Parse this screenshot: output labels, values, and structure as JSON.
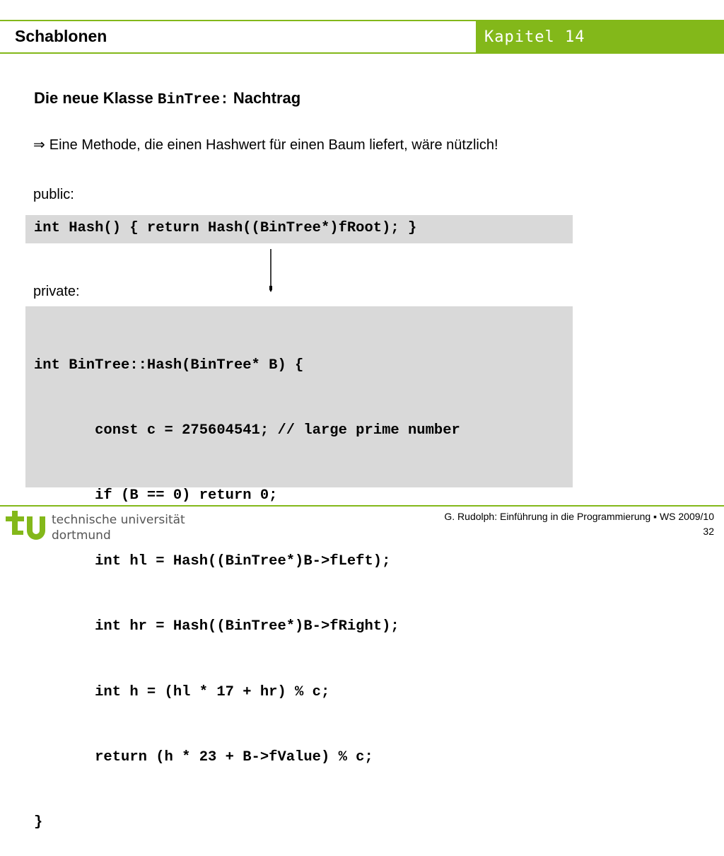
{
  "header": {
    "title": "Schablonen",
    "chapter": "Kapitel 14",
    "accent_color": "#83b81a"
  },
  "content": {
    "heading_prefix": "Die neue Klasse",
    "heading_code": "BinTree:",
    "heading_suffix": "Nachtrag",
    "bullet_symbol": "⇒",
    "bullet_text": "Eine Methode, die einen Hashwert für einen Baum liefert, wäre nützlich!",
    "public_label": "public:",
    "public_code": "int Hash() { return Hash((BinTree*)fRoot); }",
    "private_label": "private:",
    "private_code": [
      "int BinTree::Hash(BinTree* B) {",
      "       const c = 275604541; // large prime number",
      "       if (B == 0) return 0;",
      "       int hl = Hash((BinTree*)B->fLeft);",
      "       int hr = Hash((BinTree*)B->fRight);",
      "       int h = (hl * 17 + hr) % c;",
      "       return (h * 23 + B->fValue) % c;",
      "}"
    ]
  },
  "footer": {
    "university_line1": "technische universität",
    "university_line2": "dortmund",
    "credit": "G. Rudolph: Einführung in die Programmierung ▪ WS 2009/10",
    "page_number": "32"
  }
}
